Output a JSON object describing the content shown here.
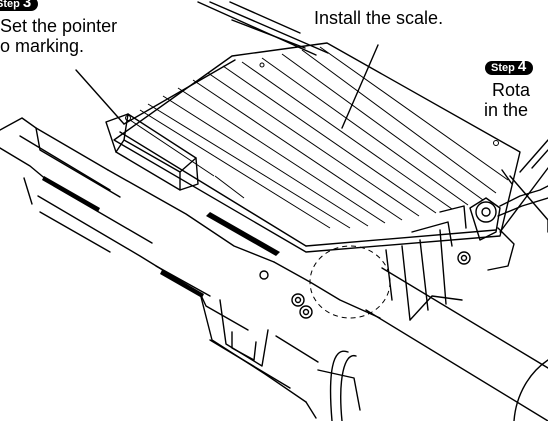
{
  "figure": {
    "step3": {
      "badge": "Step",
      "number": "3",
      "line1": "Set the pointer",
      "line2": "o marking."
    },
    "center": {
      "text": "Install the scale."
    },
    "step4": {
      "badge": "Step",
      "number": "4",
      "line1": "Rota",
      "line2": "in the"
    }
  }
}
